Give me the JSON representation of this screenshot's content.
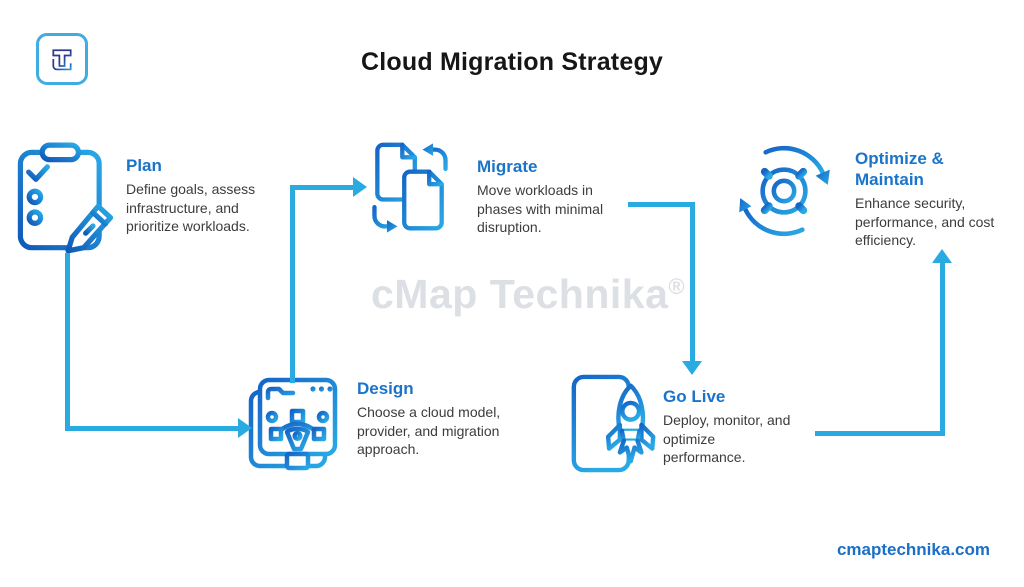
{
  "page": {
    "title": "Cloud Migration Strategy",
    "watermark": {
      "text": "cMap Technika",
      "mark": "®"
    },
    "website": "cmaptechnika.com"
  },
  "colors": {
    "flow_arrow": "#29ABE2",
    "step_title": "#1B74C9",
    "description_text": "#3C3C3C",
    "watermark_text": "#DCDFE4",
    "icon_gradient_start": "#1059B8",
    "icon_gradient_end": "#29A9E6",
    "logo_border": "#41ACE1",
    "logo_glyph": "#2B3990",
    "website_text": "#1B6FC6"
  },
  "steps": {
    "plan": {
      "title_lines": [
        "Plan"
      ],
      "desc_lines": [
        "Define goals, assess",
        "infrastructure, and",
        "prioritize workloads."
      ],
      "icon": "clipboard-checklist-pencil"
    },
    "design": {
      "title_lines": [
        "Design"
      ],
      "desc_lines": [
        "Choose a cloud model,",
        "provider, and migration",
        "approach."
      ],
      "icon": "pen-tool-browser"
    },
    "migrate": {
      "title_lines": [
        "Migrate"
      ],
      "desc_lines": [
        "Move workloads in",
        "phases with minimal",
        "disruption."
      ],
      "icon": "documents-transfer"
    },
    "go_live": {
      "title_lines": [
        "Go Live"
      ],
      "desc_lines": [
        "Deploy, monitor, and",
        "optimize",
        "performance."
      ],
      "icon": "rocket-phone"
    },
    "optimize": {
      "title_lines": [
        "Optimize &",
        "Maintain"
      ],
      "desc_lines": [
        "Enhance security,",
        "performance, and cost",
        "efficiency."
      ],
      "icon": "gear-sync"
    }
  }
}
